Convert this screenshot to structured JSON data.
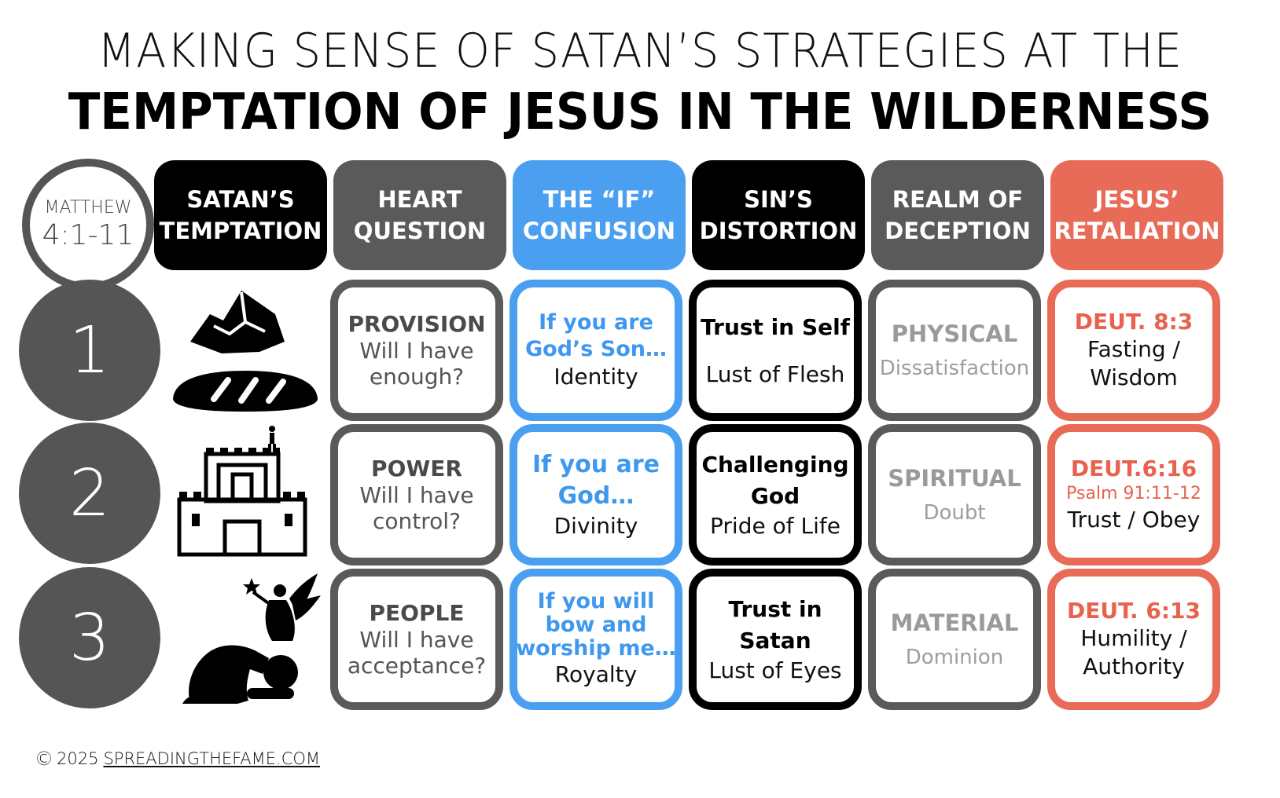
{
  "title": {
    "line1": "MAKING SENSE OF SATAN’S STRATEGIES AT THE",
    "line2": "TEMPTATION OF JESUS IN THE WILDERNESS"
  },
  "reference": {
    "book": "MATTHEW",
    "verses": "4:1-11"
  },
  "headers": [
    {
      "line1": "SATAN’S",
      "line2": "TEMPTATION",
      "color": "#000000"
    },
    {
      "line1": "HEART",
      "line2": "QUESTION",
      "color": "#5a5a5a"
    },
    {
      "line1": "THE “IF”",
      "line2": "CONFUSION",
      "color": "#4a9ff0"
    },
    {
      "line1": "SIN’S",
      "line2": "DISTORTION",
      "color": "#000000"
    },
    {
      "line1": "REALM OF",
      "line2": "DECEPTION",
      "color": "#5a5a5a"
    },
    {
      "line1": "JESUS’",
      "line2": "RETALIATION",
      "color": "#e86b57"
    }
  ],
  "rows": [
    {
      "number": "1",
      "icon": "stones-and-bread-icon",
      "heart": {
        "title": "PROVISION",
        "line1": "Will I have",
        "line2": "enough?"
      },
      "confusion": {
        "line1": "If you are",
        "line2": "God’s Son…",
        "line3": "Identity"
      },
      "distortion": {
        "line1": "Trust in Self",
        "line2": "Lust of Flesh"
      },
      "realm": {
        "title": "PHYSICAL",
        "subtitle": "Dissatisfaction"
      },
      "retaliation": {
        "title": "DEUT. 8:3",
        "line1": "Fasting /",
        "line2": "Wisdom"
      }
    },
    {
      "number": "2",
      "icon": "temple-pinnacle-icon",
      "heart": {
        "title": "POWER",
        "line1": "Will I have",
        "line2": "control?"
      },
      "confusion": {
        "line1": "If you are",
        "line2": "God…",
        "line3": "Divinity"
      },
      "distortion": {
        "line1": "Challenging",
        "line2": "God",
        "line3": "Pride of Life"
      },
      "realm": {
        "title": "SPIRITUAL",
        "subtitle": "Doubt"
      },
      "retaliation": {
        "title": "DEUT.6:16",
        "extra": "Psalm 91:11-12",
        "line1": "Trust / Obey"
      }
    },
    {
      "number": "3",
      "icon": "bowing-worship-icon",
      "heart": {
        "title": "PEOPLE",
        "line1": "Will I have",
        "line2": "acceptance?"
      },
      "confusion": {
        "line1": "If you will",
        "line2": "bow and",
        "line3": "worship me…",
        "line4": "Royalty"
      },
      "distortion": {
        "line1": "Trust in",
        "line2": "Satan",
        "line3": "Lust of Eyes"
      },
      "realm": {
        "title": "MATERIAL",
        "subtitle": "Dominion"
      },
      "retaliation": {
        "title": "DEUT. 6:13",
        "line1": "Humility /",
        "line2": "Authority"
      }
    }
  ],
  "footer": {
    "copyright": "©",
    "year": "2025",
    "site": "SPREADINGTHEFAME.COM"
  }
}
